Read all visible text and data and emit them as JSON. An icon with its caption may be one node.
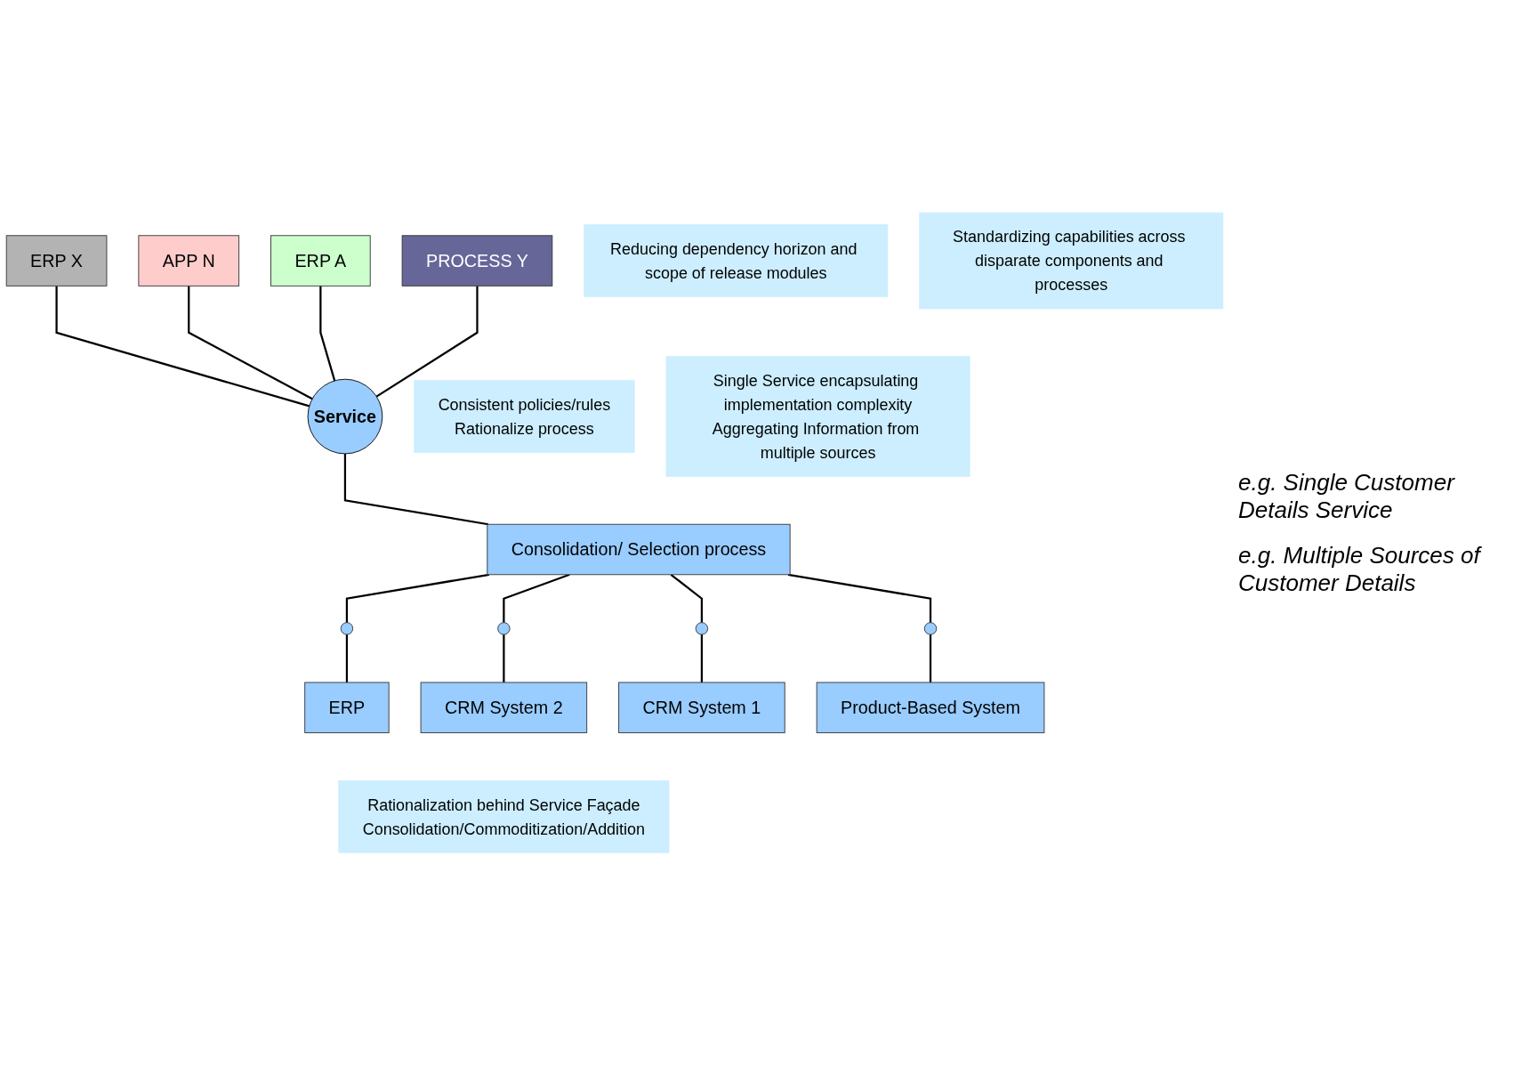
{
  "diagram": {
    "nodes": [
      {
        "text": [
          "ERP X"
        ]
      },
      {
        "text": [
          "APP N"
        ]
      },
      {
        "text": [
          "ERP A"
        ]
      },
      {
        "text": [
          "PROCESS Y"
        ]
      },
      {
        "text": [
          "Reducing dependency horizon and scope of release modules"
        ]
      },
      {
        "text": [
          "Service"
        ]
      },
      {
        "text": [
          "Standardizing capabilities across disparate components and processes"
        ]
      },
      {
        "text": [
          "Consistent policies/rules",
          "Rationalize process"
        ]
      },
      {
        "text": [
          "Consolidation/ Selection process"
        ]
      },
      {
        "text": [
          "Single Service encapsulating implementation complexity",
          "Aggregating Information from multiple sources"
        ]
      },
      {
        "text": [],
        "shape": "circle"
      },
      {
        "text": [],
        "shape": "circle"
      },
      {
        "text": [],
        "shape": "circle"
      },
      {
        "text": [],
        "shape": "circle"
      },
      {
        "text": [
          "ERP"
        ]
      },
      {
        "text": [
          "CRM System 2"
        ]
      },
      {
        "text": [
          "CRM System 1"
        ]
      },
      {
        "text": [
          "Product-Based System"
        ]
      },
      {
        "text": [
          "Rationalization behind Service Façade",
          "Consolidation/Commoditization/Addition"
        ]
      }
    ],
    "edges": [
      {
        "from": 0,
        "to": 5,
        "arrow": "none"
      },
      {
        "from": 1,
        "to": 5,
        "arrow": "none"
      },
      {
        "from": 2,
        "to": 5,
        "arrow": "none"
      },
      {
        "from": 3,
        "to": 5,
        "arrow": "none"
      },
      {
        "from": 5,
        "to": 8,
        "arrow": "none"
      },
      {
        "from": 8,
        "to": 10,
        "arrow": "none"
      },
      {
        "from": 8,
        "to": 11,
        "arrow": "none"
      },
      {
        "from": 8,
        "to": 12,
        "arrow": "none"
      },
      {
        "from": 8,
        "to": 13,
        "arrow": "none"
      },
      {
        "from": 10,
        "to": 14,
        "arrow": "none"
      },
      {
        "from": 11,
        "to": 15,
        "arrow": "none"
      },
      {
        "from": 12,
        "to": 16,
        "arrow": "none"
      },
      {
        "from": 13,
        "to": 17,
        "arrow": "none"
      }
    ],
    "labels": [
      "e.g. Single Customer Details Service",
      "e.g. Multiple Sources of Customer Details"
    ]
  }
}
